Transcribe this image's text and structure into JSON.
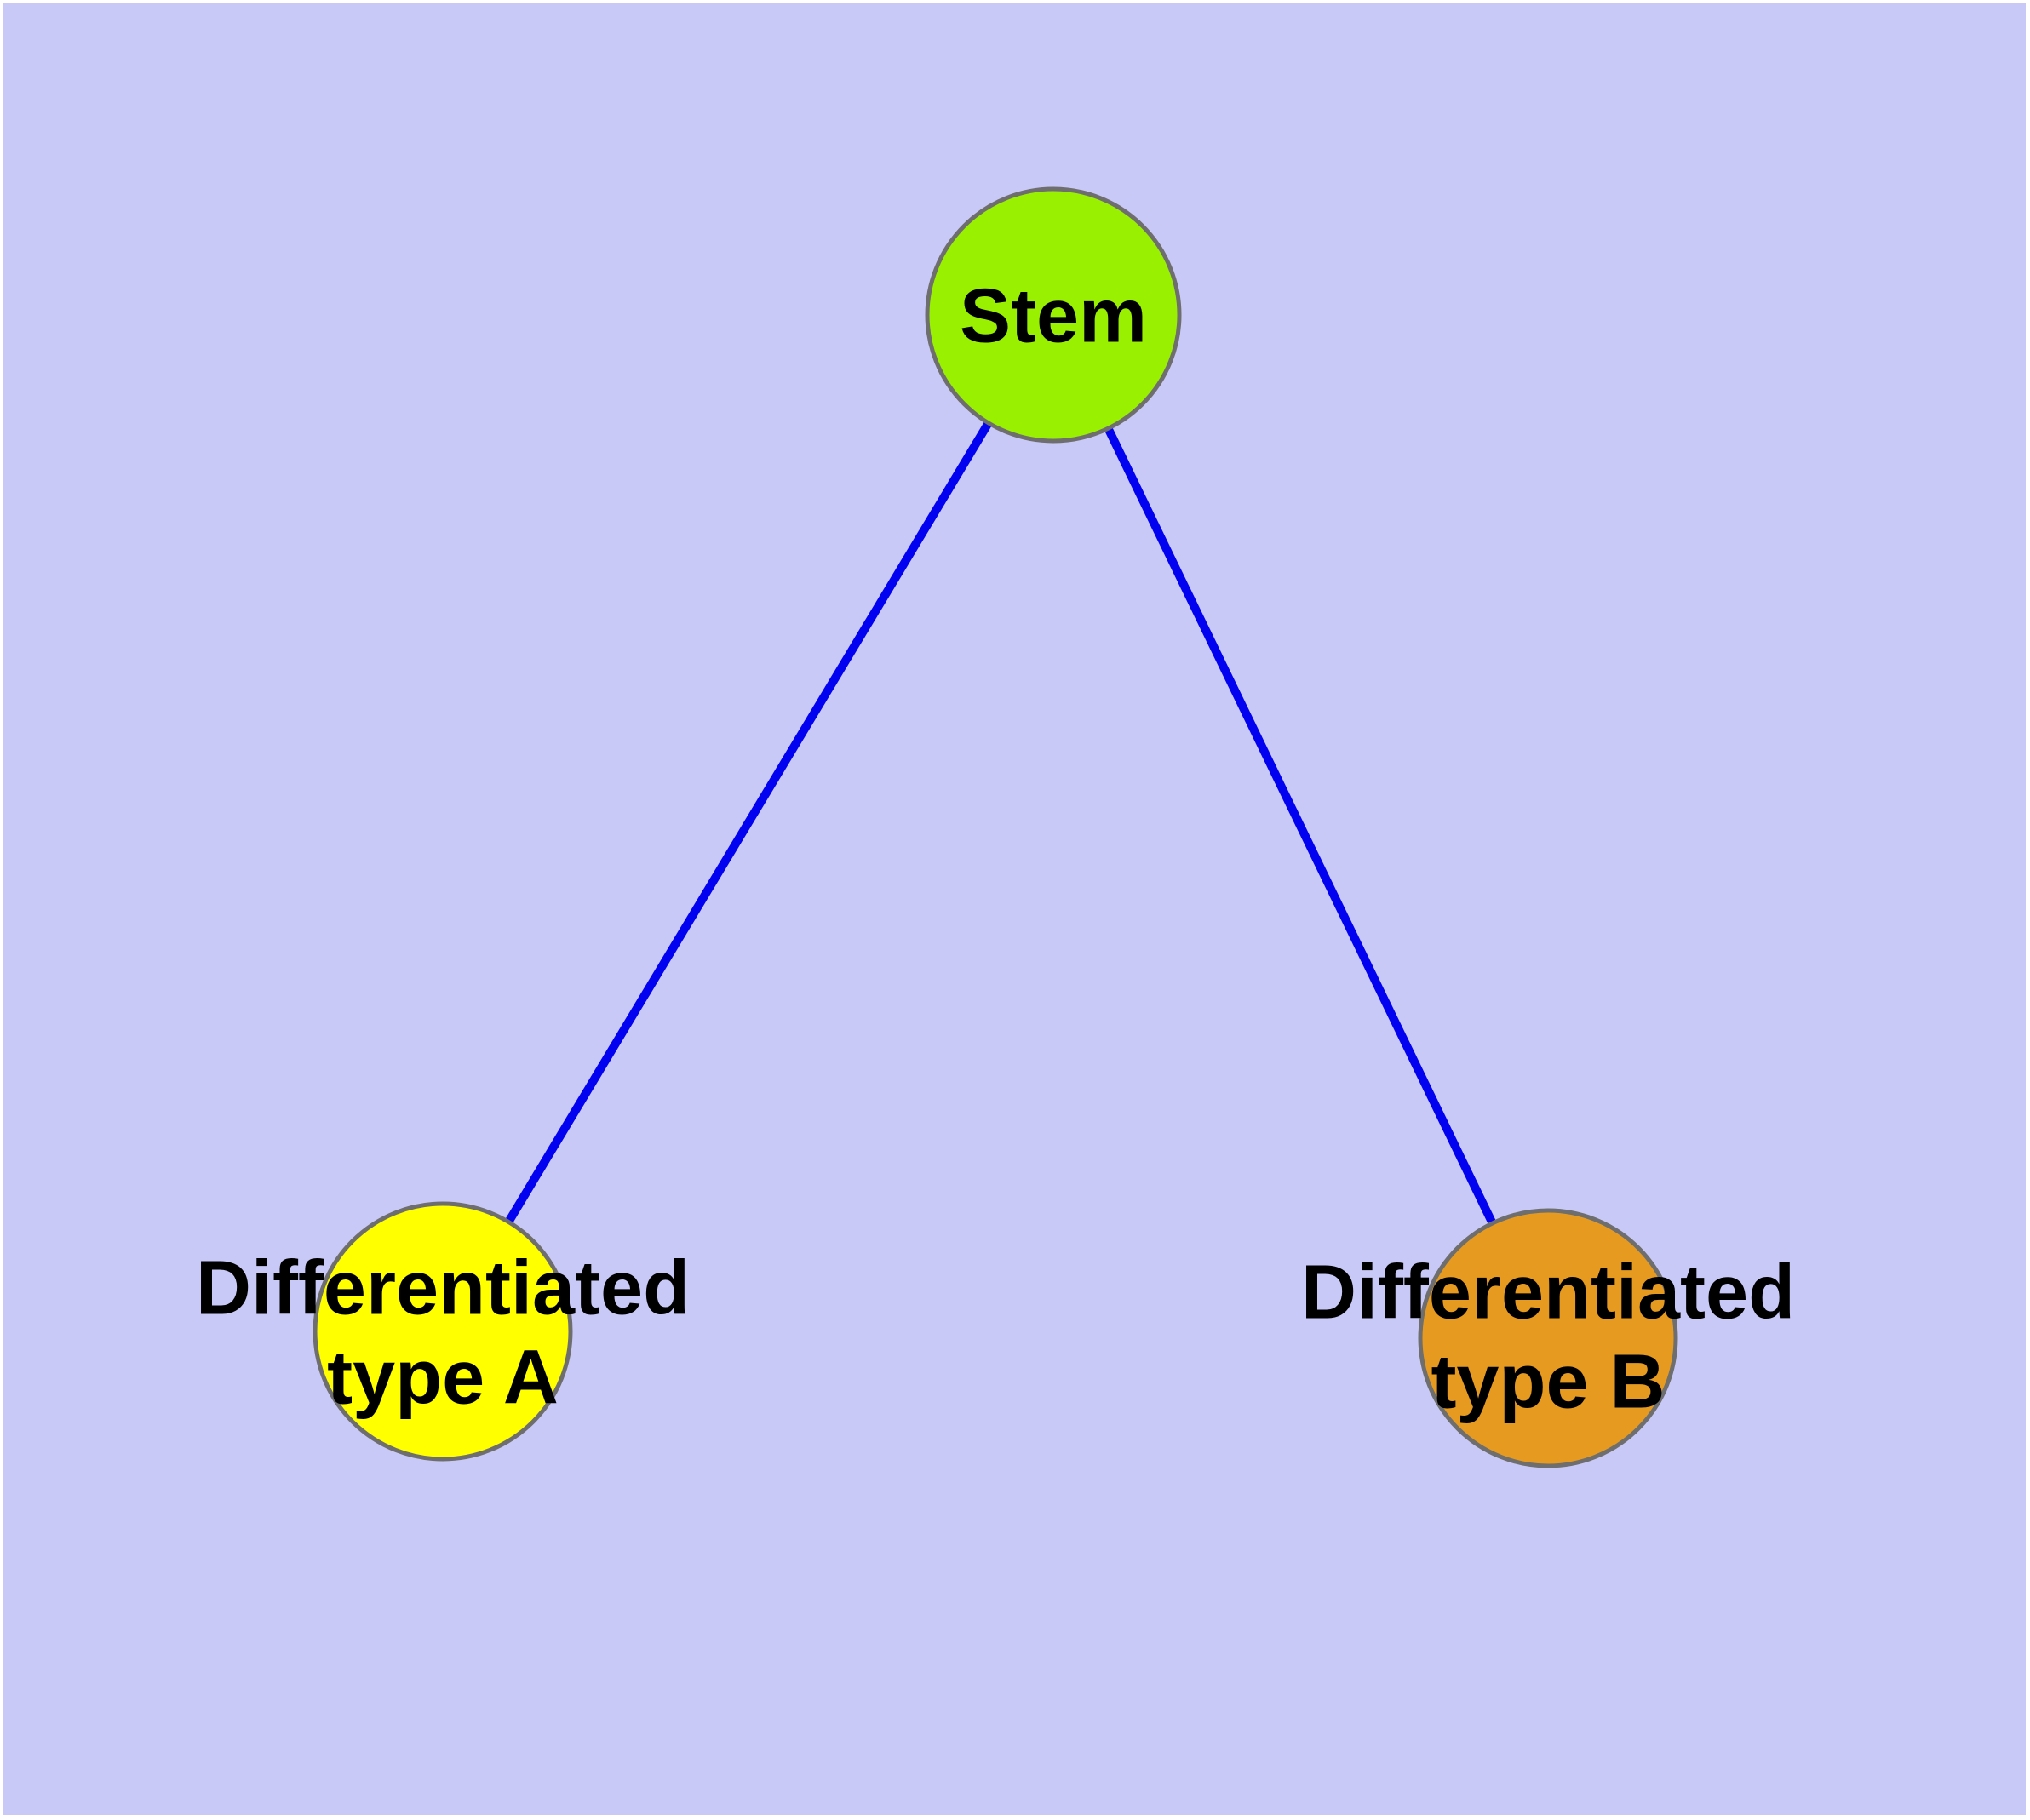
{
  "figure": {
    "description": "Cell differentiation graph",
    "background_color": "#c9c9f8",
    "margin_color": "#ffffff"
  },
  "edge_style": {
    "color": "#0202f0"
  },
  "node_border_color": "#6e6e6e",
  "nodes": {
    "stem": {
      "label": "Stem",
      "color": "#99f000"
    },
    "type_a": {
      "label": "Differentiated\ntype A",
      "color": "#ffff00"
    },
    "type_b": {
      "label": "Differentiated\ntype B",
      "color": "#e69b20"
    }
  },
  "edges": [
    {
      "from": "Stem",
      "to": "Differentiated type A"
    },
    {
      "from": "Stem",
      "to": "Differentiated type B"
    }
  ]
}
